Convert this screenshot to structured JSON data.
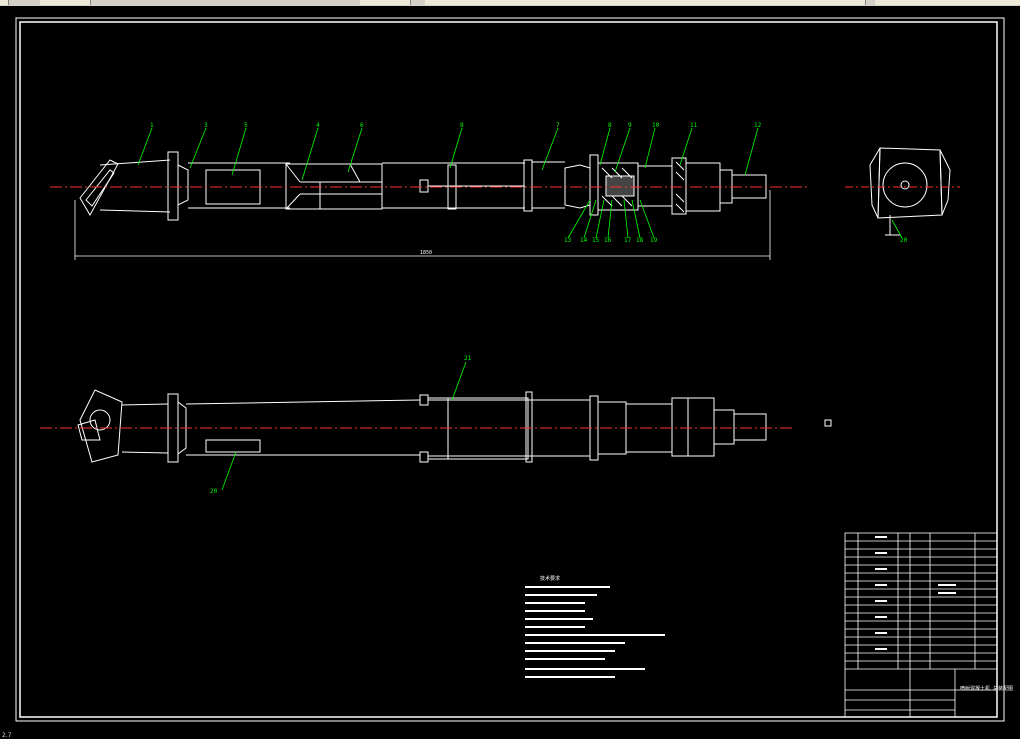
{
  "toolbar": {
    "buttons": [
      "new-icon",
      "open-icon",
      "save-icon",
      "zoom-icon",
      "pan-icon"
    ]
  },
  "drawing": {
    "part_labels": [
      "1",
      "3",
      "5",
      "4",
      "6",
      "8",
      "7",
      "8",
      "9",
      "10",
      "11",
      "12",
      "13",
      "14",
      "15",
      "16",
      "17",
      "18",
      "19",
      "20",
      "21"
    ],
    "dimension_text": "1850",
    "tech_requirements_title": "技术要求",
    "title_block_name": "喷射混凝土机\n总装配图"
  },
  "colors": {
    "line": "#ffffff",
    "centerline": "#ff3030",
    "leader": "#00ff00",
    "hatch": "#ffffff"
  },
  "status": {
    "text": "2.7"
  }
}
